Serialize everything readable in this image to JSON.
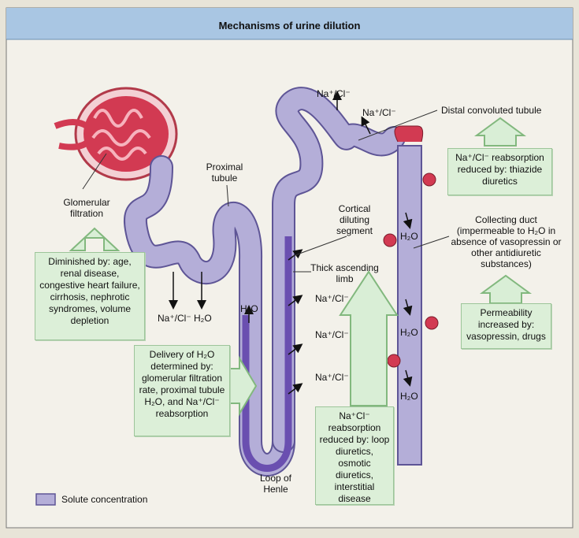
{
  "title": "Mechanisms of urine dilution",
  "labels": {
    "glomerular_filtration": "Glomerular filtration",
    "proximal_tubule": "Proximal tubule",
    "loop_of_henle": "Loop of Henle",
    "cortical_diluting_segment": "Cortical diluting segment",
    "thick_ascending_limb": "Thick ascending limb",
    "distal_convoluted_tubule": "Distal convoluted tubule",
    "collecting_duct": "Collecting duct (impermeable to H₂O in absence of vasopressin or other antidiuretic substances)"
  },
  "flux_labels": {
    "nacl": "Na⁺/Cl⁻",
    "h2o": "H₂O"
  },
  "boxes": {
    "diminished": "Diminished by: age, renal disease, congestive heart failure, cirrhosis, nephrotic syndromes, volume depletion",
    "delivery": "Delivery of H₂O determined by: glomerular filtration rate, proximal tubule H₂O, and Na⁺/Cl⁻ reabsorption",
    "loop_reabsorption": "Na⁺Cl⁻ reabsorption reduced by: loop diuretics, osmotic diuretics, interstitial disease",
    "thiazide": "Na⁺/Cl⁻ reabsorption reduced by: thiazide diuretics",
    "permeability": "Permeability increased by: vasopressin, drugs"
  },
  "legend": {
    "label": "Solute concentration"
  },
  "colors": {
    "tubule_fill": "#b4aed8",
    "tubule_stroke": "#5e5596",
    "solute_dark": "#6a4fb0",
    "glomerulus": "#d23a52",
    "box_fill": "#dcefd8",
    "arrow_fill": "#d9eed6",
    "arrow_stroke": "#82b87e",
    "title_bar": "#a9c6e3"
  }
}
